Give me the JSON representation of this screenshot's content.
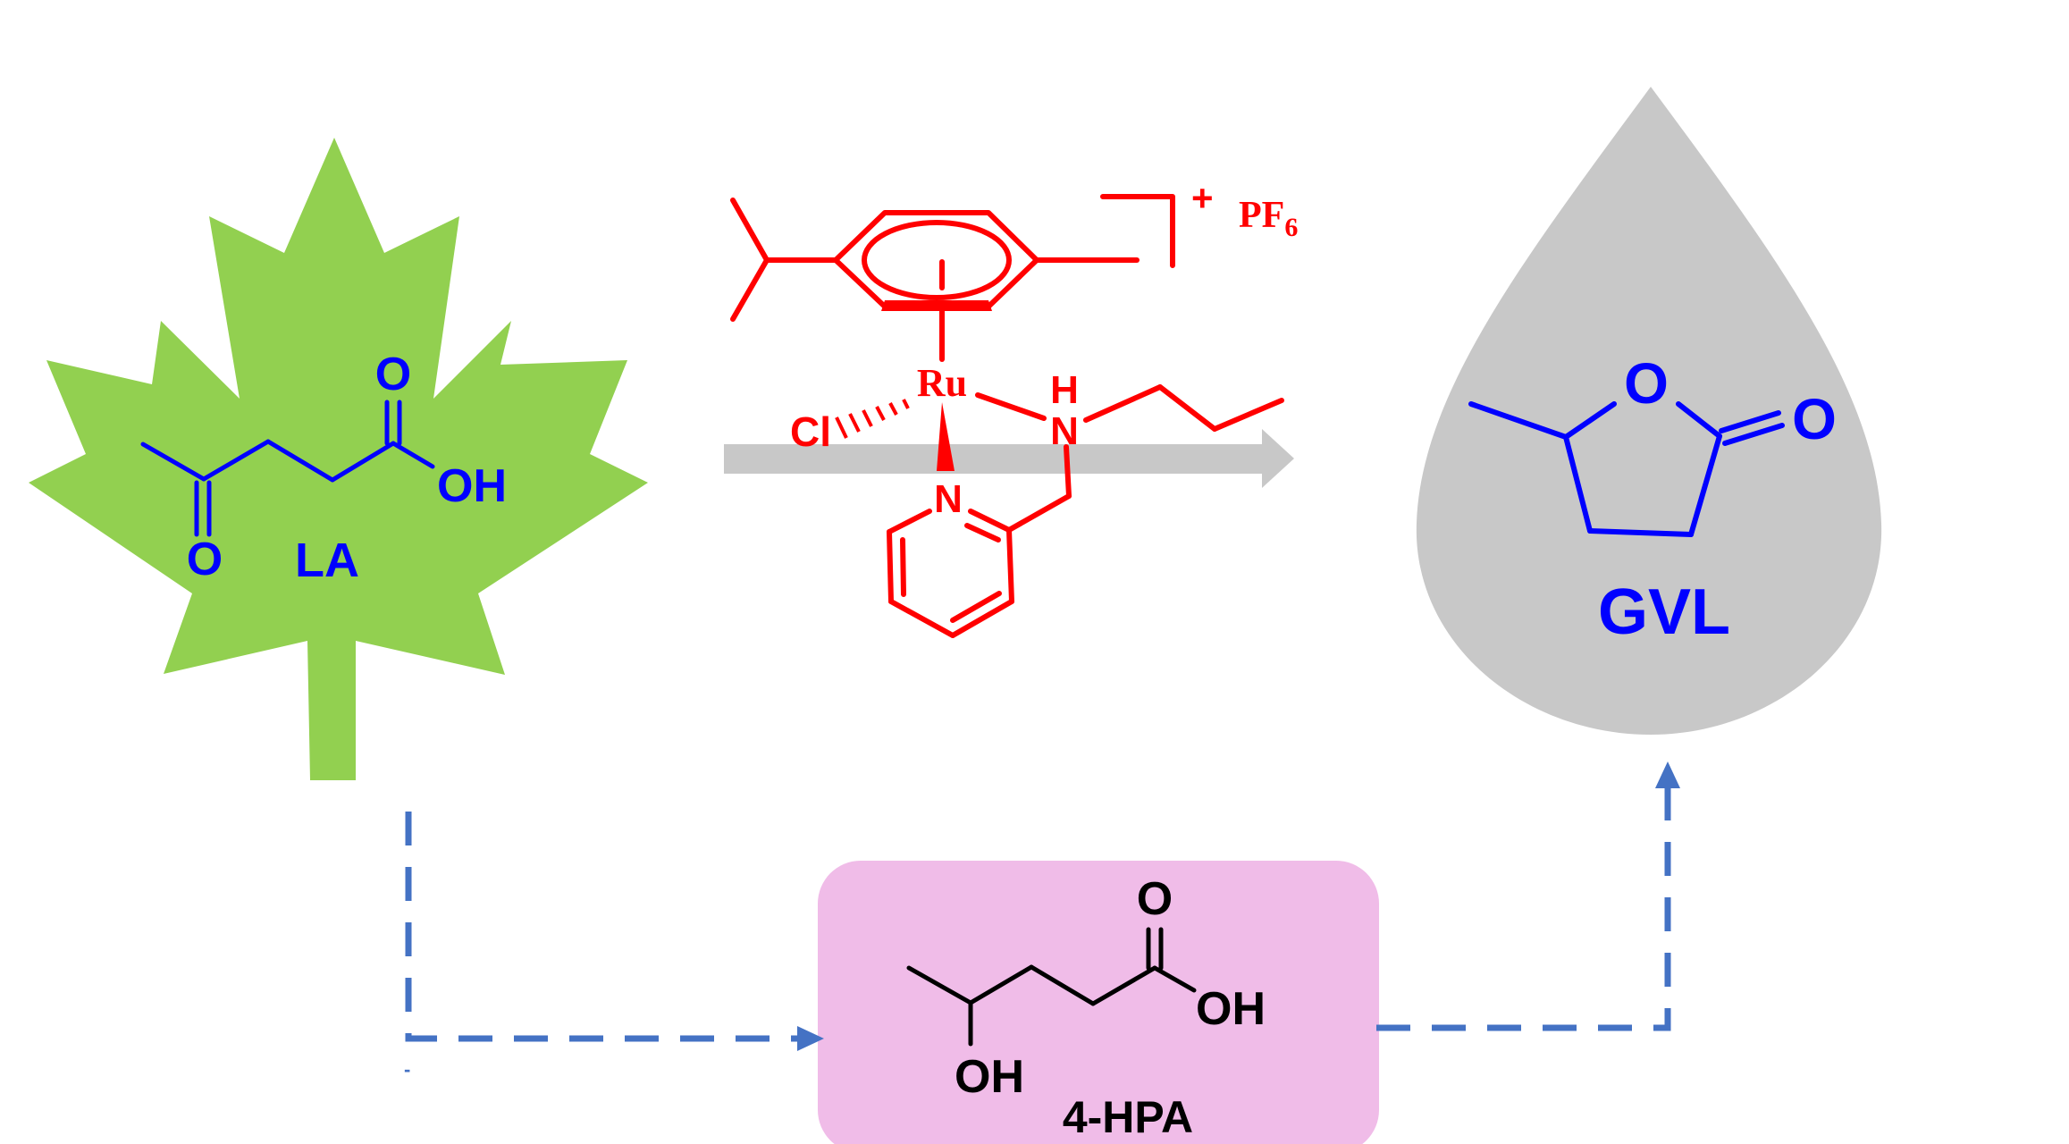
{
  "colors": {
    "leaf": "#92d050",
    "drop": "#c8c8c8",
    "box": "#f0bce8",
    "arrow_gray": "#c8c8c8",
    "dashed_arrow": "#4472c4",
    "substrate": "#0000ff",
    "catalyst": "#ff0000",
    "intermediate": "#000000"
  },
  "substrate": {
    "name": "LA",
    "atoms": {
      "carbonyl_o": "O",
      "acid_o": "O",
      "acid_oh": "OH"
    }
  },
  "catalyst": {
    "metal": "Ru",
    "chloride": "Cl",
    "amine_n": "N",
    "amine_h": "H",
    "pyridine_n": "N",
    "charge": "+",
    "counterion_base": "PF",
    "counterion_sub": "6"
  },
  "product": {
    "name": "GVL",
    "atoms": {
      "ring_o": "O",
      "carbonyl_o": "O"
    }
  },
  "intermediate": {
    "name": "4-HPA",
    "atoms": {
      "acid_o": "O",
      "acid_oh": "OH",
      "alcohol_oh": "OH"
    }
  },
  "stray_mark": "-"
}
